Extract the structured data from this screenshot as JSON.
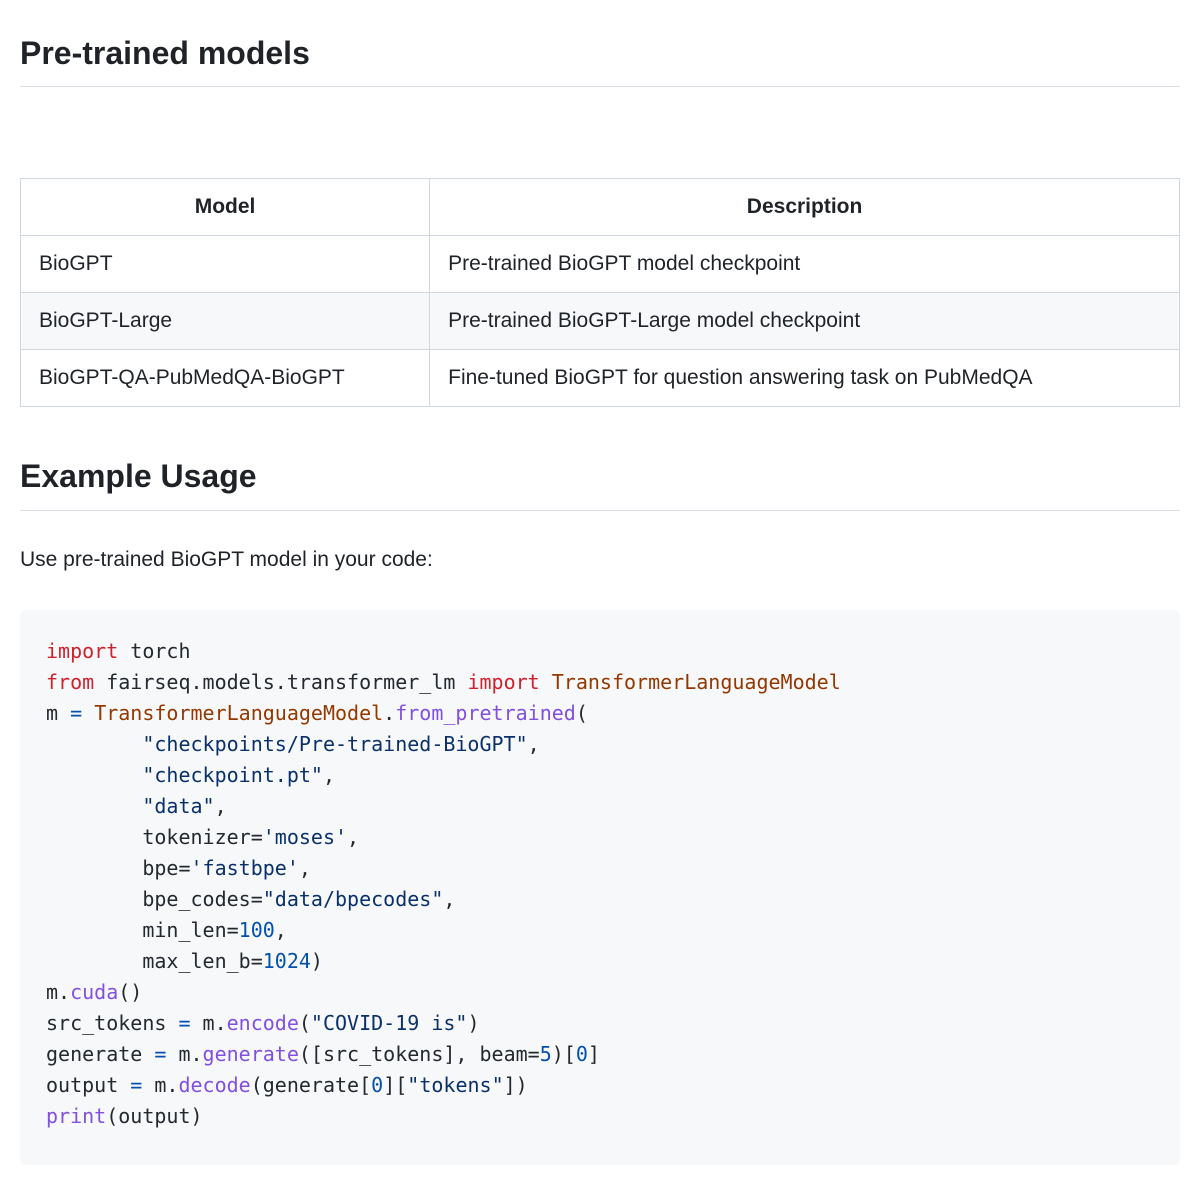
{
  "page": {
    "background": "#ffffff",
    "text_color": "#1f2328",
    "divider_color": "#d8dee4",
    "table_border_color": "#d0d7de",
    "stripe_color": "#f6f8fa",
    "code_panel_color": "#f6f8fa"
  },
  "sections": {
    "pretrained_models": {
      "heading": "Pre-trained models"
    },
    "example_usage": {
      "heading": "Example Usage",
      "intro": "Use pre-trained BioGPT model in your code:"
    }
  },
  "models_table": {
    "columns": [
      "Model",
      "Description"
    ],
    "rows": [
      [
        "BioGPT",
        "Pre-trained BioGPT model checkpoint"
      ],
      [
        "BioGPT-Large",
        "Pre-trained BioGPT-Large model checkpoint"
      ],
      [
        "BioGPT-QA-PubMedQA-BioGPT",
        "Fine-tuned BioGPT for question answering task on PubMedQA"
      ]
    ]
  },
  "code_block": {
    "language": "python",
    "token_colors": {
      "keyword": "#cf222e",
      "class": "#953800",
      "function": "#8250df",
      "string": "#0a3069",
      "number": "#0550ae",
      "plain": "#24292f"
    },
    "lines": [
      [
        [
          "keyword",
          "import"
        ],
        [
          "plain",
          " torch"
        ]
      ],
      [
        [
          "keyword",
          "from"
        ],
        [
          "plain",
          " fairseq.models.transformer_lm "
        ],
        [
          "keyword",
          "import"
        ],
        [
          "class",
          " TransformerLanguageModel"
        ]
      ],
      [
        [
          "plain",
          "m "
        ],
        [
          "number",
          "="
        ],
        [
          "plain",
          " "
        ],
        [
          "class",
          "TransformerLanguageModel"
        ],
        [
          "plain",
          "."
        ],
        [
          "function",
          "from_pretrained"
        ],
        [
          "plain",
          "("
        ]
      ],
      [
        [
          "plain",
          "        "
        ],
        [
          "string",
          "\"checkpoints/Pre-trained-BioGPT\""
        ],
        [
          "plain",
          ","
        ]
      ],
      [
        [
          "plain",
          "        "
        ],
        [
          "string",
          "\"checkpoint.pt\""
        ],
        [
          "plain",
          ","
        ]
      ],
      [
        [
          "plain",
          "        "
        ],
        [
          "string",
          "\"data\""
        ],
        [
          "plain",
          ","
        ]
      ],
      [
        [
          "plain",
          "        tokenizer="
        ],
        [
          "string",
          "'moses'"
        ],
        [
          "plain",
          ","
        ]
      ],
      [
        [
          "plain",
          "        bpe="
        ],
        [
          "string",
          "'fastbpe'"
        ],
        [
          "plain",
          ","
        ]
      ],
      [
        [
          "plain",
          "        bpe_codes="
        ],
        [
          "string",
          "\"data/bpecodes\""
        ],
        [
          "plain",
          ","
        ]
      ],
      [
        [
          "plain",
          "        min_len="
        ],
        [
          "number",
          "100"
        ],
        [
          "plain",
          ","
        ]
      ],
      [
        [
          "plain",
          "        max_len_b="
        ],
        [
          "number",
          "1024"
        ],
        [
          "plain",
          ")"
        ]
      ],
      [
        [
          "plain",
          "m."
        ],
        [
          "function",
          "cuda"
        ],
        [
          "plain",
          "()"
        ]
      ],
      [
        [
          "plain",
          "src_tokens "
        ],
        [
          "number",
          "="
        ],
        [
          "plain",
          " m."
        ],
        [
          "function",
          "encode"
        ],
        [
          "plain",
          "("
        ],
        [
          "string",
          "\"COVID-19 is\""
        ],
        [
          "plain",
          ")"
        ]
      ],
      [
        [
          "plain",
          "generate "
        ],
        [
          "number",
          "="
        ],
        [
          "plain",
          " m."
        ],
        [
          "function",
          "generate"
        ],
        [
          "plain",
          "([src_tokens], beam="
        ],
        [
          "number",
          "5"
        ],
        [
          "plain",
          ")["
        ],
        [
          "number",
          "0"
        ],
        [
          "plain",
          "]"
        ]
      ],
      [
        [
          "plain",
          "output "
        ],
        [
          "number",
          "="
        ],
        [
          "plain",
          " m."
        ],
        [
          "function",
          "decode"
        ],
        [
          "plain",
          "(generate["
        ],
        [
          "number",
          "0"
        ],
        [
          "plain",
          "]["
        ],
        [
          "string",
          "\"tokens\""
        ],
        [
          "plain",
          "])"
        ]
      ],
      [
        [
          "function",
          "print"
        ],
        [
          "plain",
          "(output)"
        ]
      ]
    ]
  }
}
